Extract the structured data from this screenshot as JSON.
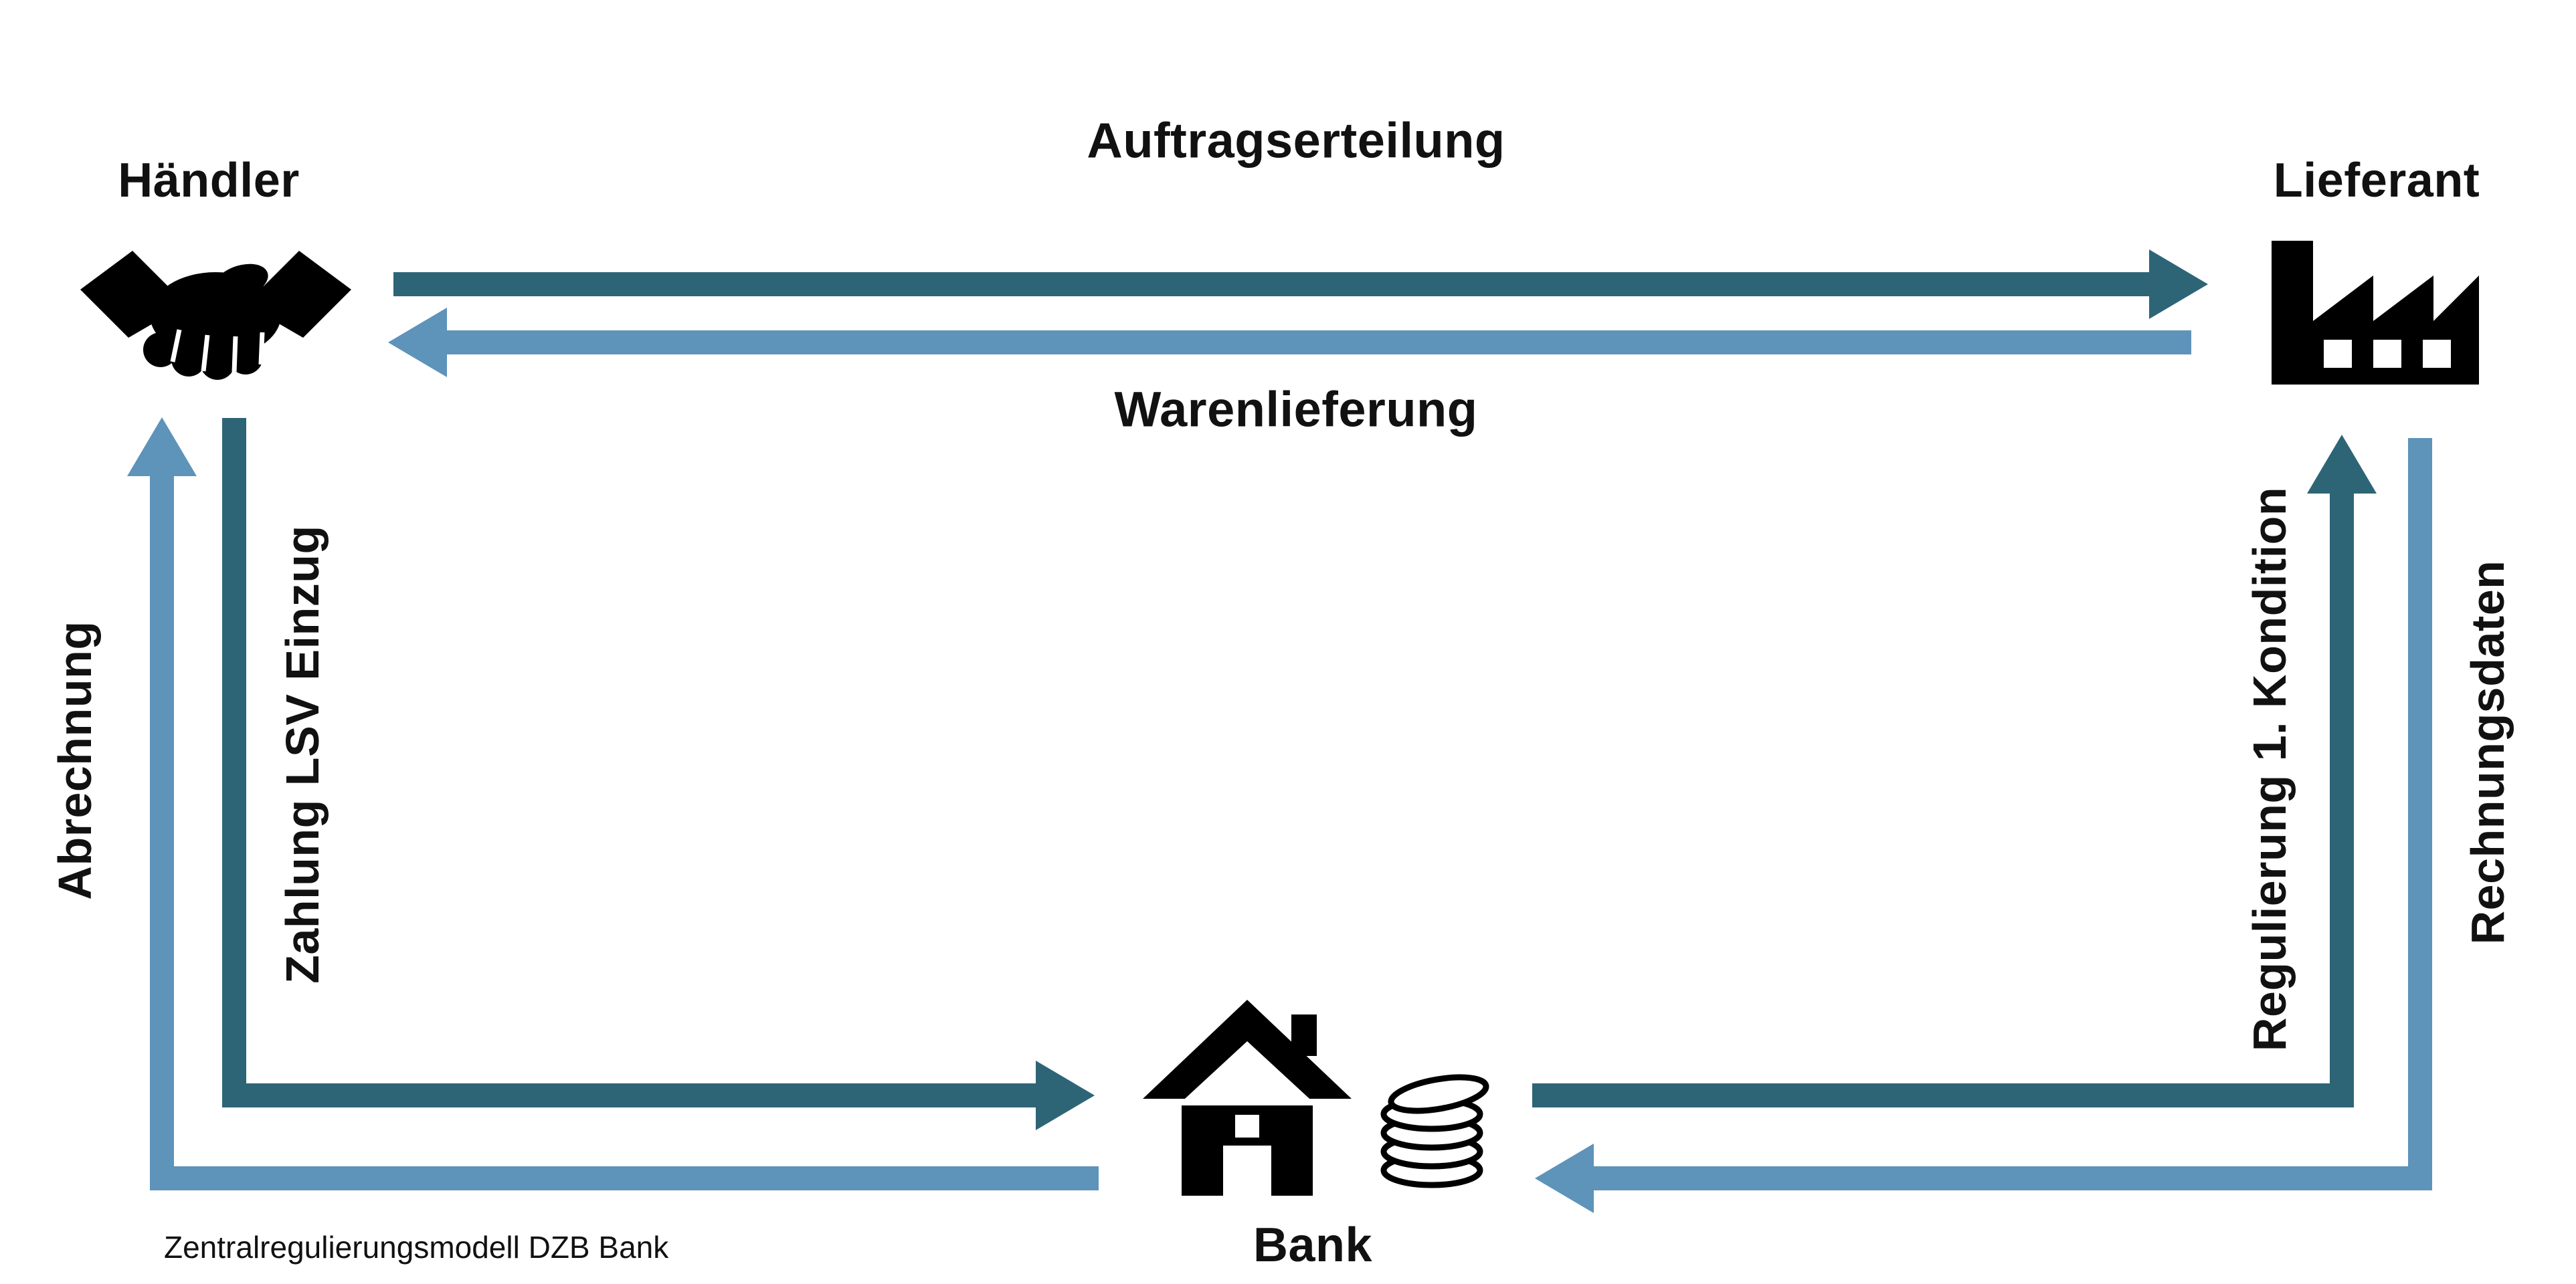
{
  "caption": "Zentralregulierungsmodell DZB Bank",
  "colors": {
    "dark_arrow": "#2D6576",
    "light_arrow": "#5E93BA",
    "icon": "#000000",
    "text": "#111111",
    "background": "#ffffff"
  },
  "nodes": {
    "haendler": {
      "label": "Händler",
      "icon": "handshake-icon"
    },
    "lieferant": {
      "label": "Lieferant",
      "icon": "factory-icon"
    },
    "bank": {
      "label": "Bank",
      "icon": "bank-building-icon"
    }
  },
  "flows": {
    "auftragserteilung": {
      "label": "Auftragserteilung",
      "from": "Händler",
      "to": "Lieferant",
      "color": "dark"
    },
    "warenlieferung": {
      "label": "Warenlieferung",
      "from": "Lieferant",
      "to": "Händler",
      "color": "light"
    },
    "zahlung_lsv_einzug": {
      "label": "Zahlung LSV Einzug",
      "from": "Händler",
      "to": "Bank",
      "color": "dark"
    },
    "abrechnung": {
      "label": "Abrechnung",
      "from": "Bank",
      "to": "Händler",
      "color": "light"
    },
    "regulierung_1_kondition": {
      "label": "Regulierung 1. Kondition",
      "from": "Bank",
      "to": "Lieferant",
      "color": "dark"
    },
    "rechnungsdaten": {
      "label": "Rechnungsdaten",
      "from": "Lieferant",
      "to": "Bank",
      "color": "light"
    }
  }
}
